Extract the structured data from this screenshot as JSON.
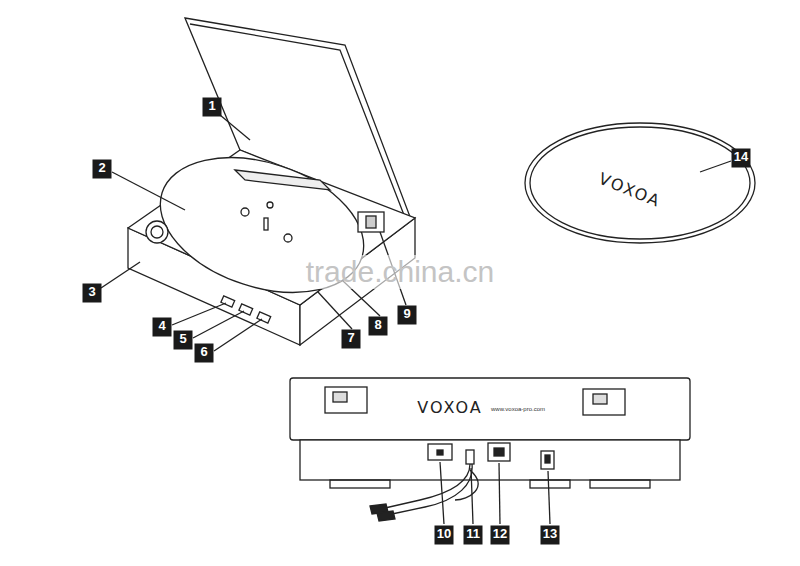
{
  "diagram": {
    "labels": [
      "1",
      "2",
      "3",
      "4",
      "5",
      "6",
      "7",
      "8",
      "9",
      "10",
      "11",
      "12",
      "13",
      "14",
      "VOXOA",
      "VOXOA",
      "www.voxoa-pro.com",
      "trade.china.cn"
    ]
  }
}
